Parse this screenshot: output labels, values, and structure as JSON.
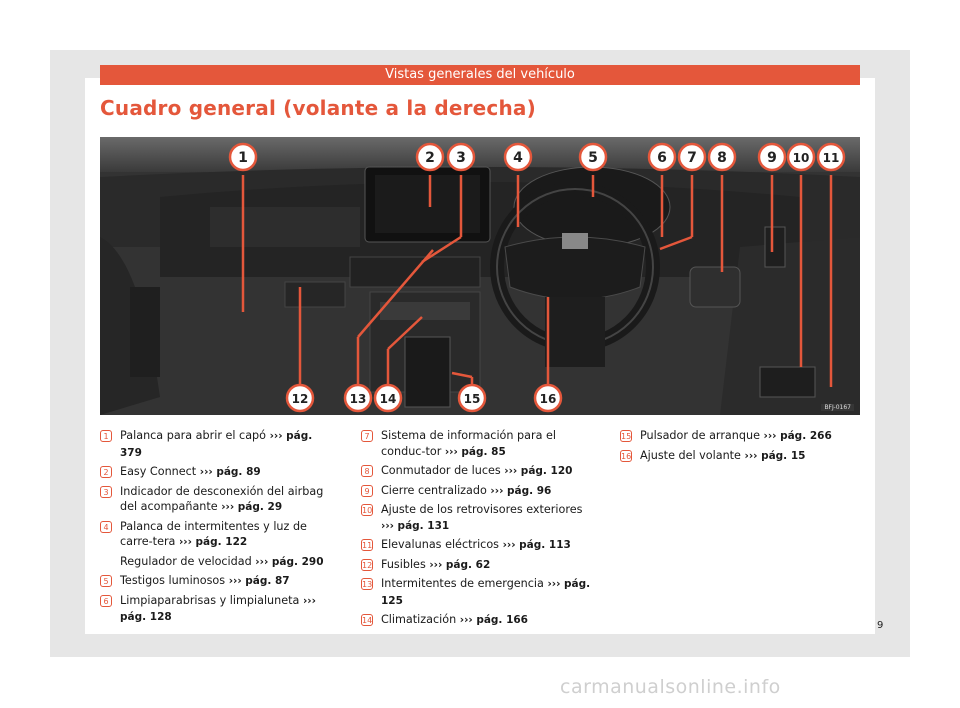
{
  "header": {
    "title": "Vistas generales del vehículo"
  },
  "section_title": "Cuadro general (volante a la derecha)",
  "figure": {
    "code": "BFJ-0167",
    "callouts": [
      "1",
      "2",
      "3",
      "4",
      "5",
      "6",
      "7",
      "8",
      "9",
      "10",
      "11",
      "12",
      "13",
      "14",
      "15",
      "16"
    ]
  },
  "legend": {
    "column1": [
      {
        "num": "1",
        "text": "Palanca para abrir el capó",
        "arrow": "›››",
        "ref": "pág. 379"
      },
      {
        "num": "2",
        "text": "Easy Connect",
        "arrow": "›››",
        "ref": "pág. 89"
      },
      {
        "num": "3",
        "text": "Indicador de desconexión del airbag del acompañante",
        "arrow": "›››",
        "ref": "pág. 29"
      },
      {
        "num": "4",
        "text": "Palanca de intermitentes y luz de carre-tera",
        "arrow": "›››",
        "ref": "pág. 122"
      }
    ],
    "column1_extra": {
      "text": "Regulador de velocidad",
      "arrow": "›››",
      "ref": "pág. 290"
    },
    "column1b": [
      {
        "num": "5",
        "text": "Testigos luminosos",
        "arrow": "›››",
        "ref": "pág. 87"
      },
      {
        "num": "6",
        "text": "Limpiaparabrisas y limpialuneta",
        "arrow": "›››",
        "ref": "pág. 128"
      }
    ],
    "column2": [
      {
        "num": "7",
        "text": "Sistema de información para el conduc-tor",
        "arrow": "›››",
        "ref": "pág. 85"
      },
      {
        "num": "8",
        "text": "Conmutador de luces",
        "arrow": "›››",
        "ref": "pág. 120"
      },
      {
        "num": "9",
        "text": "Cierre centralizado",
        "arrow": "›››",
        "ref": "pág. 96"
      },
      {
        "num": "10",
        "text": "Ajuste de los retrovisores exteriores",
        "arrow": "›››",
        "ref": "pág. 131"
      },
      {
        "num": "11",
        "text": "Elevalunas eléctricos",
        "arrow": "›››",
        "ref": "pág. 113"
      },
      {
        "num": "12",
        "text": "Fusibles",
        "arrow": "›››",
        "ref": "pág. 62"
      },
      {
        "num": "13",
        "text": "Intermitentes de emergencia",
        "arrow": "›››",
        "ref": "pág. 125"
      },
      {
        "num": "14",
        "text": "Climatización",
        "arrow": "›››",
        "ref": "pág. 166"
      }
    ],
    "column3": [
      {
        "num": "15",
        "text": "Pulsador de arranque",
        "arrow": "›››",
        "ref": "pág. 266"
      },
      {
        "num": "16",
        "text": "Ajuste del volante",
        "arrow": "›››",
        "ref": "pág. 15"
      }
    ]
  },
  "page_number": "9",
  "watermark": "carmanualsonline.info",
  "colors": {
    "accent": "#e4573b",
    "frame": "#e6e6e6"
  }
}
